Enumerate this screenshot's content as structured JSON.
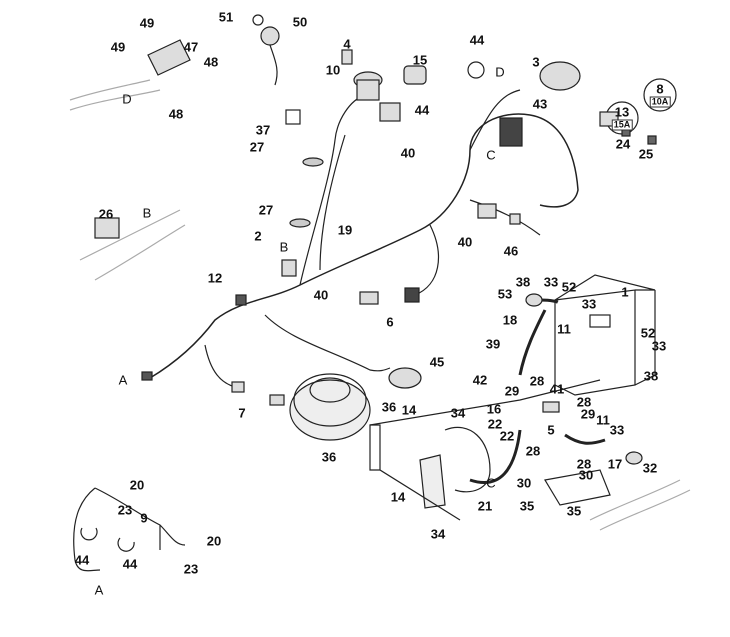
{
  "labels": [
    "51",
    "50",
    "4",
    "44",
    "49",
    "47",
    "48",
    "49",
    "D",
    "48",
    "10",
    "15",
    "3",
    "8",
    "10A",
    "D",
    "44",
    "43",
    "13",
    "15A",
    "24",
    "25",
    "37",
    "27",
    "40",
    "C",
    "26",
    "B",
    "27",
    "19",
    "2",
    "B",
    "40",
    "46",
    "12",
    "40",
    "6",
    "53",
    "38",
    "33",
    "52",
    "1",
    "33",
    "18",
    "11",
    "52",
    "33",
    "38",
    "39",
    "42",
    "45",
    "A",
    "7",
    "29",
    "28",
    "41",
    "16",
    "28",
    "29",
    "11",
    "33",
    "34",
    "36",
    "14",
    "22",
    "22",
    "5",
    "28",
    "28",
    "17",
    "32",
    "C",
    "30",
    "30",
    "36",
    "14",
    "21",
    "35",
    "35",
    "34",
    "20",
    "23",
    "9",
    "44",
    "44",
    "20",
    "23",
    "A"
  ]
}
